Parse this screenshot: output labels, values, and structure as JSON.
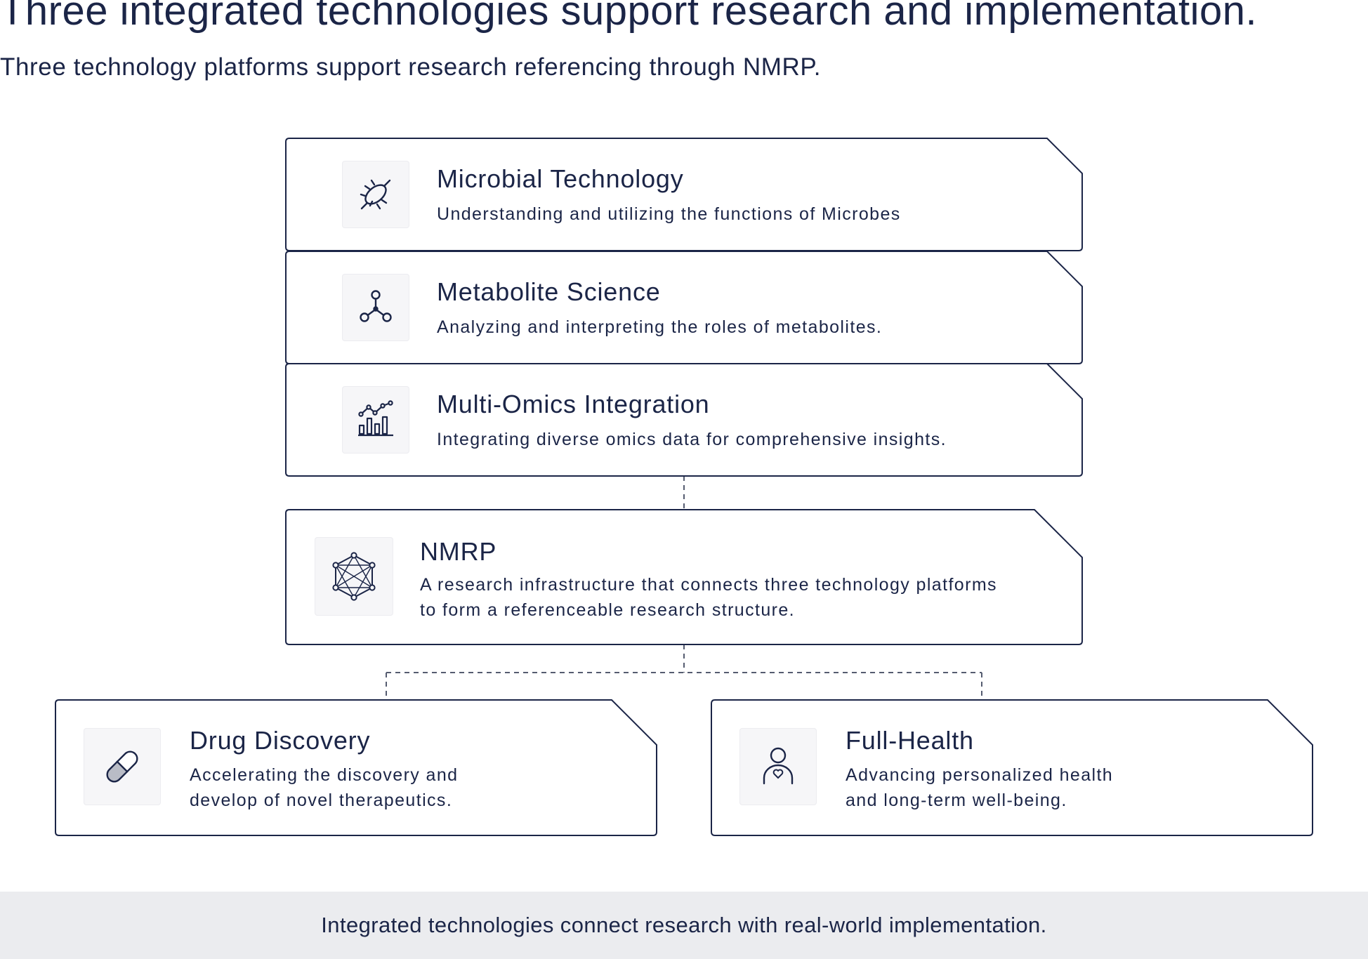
{
  "header": {
    "title": "Three integrated technologies support research and implementation.",
    "subtitle": "Three technology platforms support research referencing through NMRP."
  },
  "platforms": [
    {
      "title": "Microbial Technology",
      "description": "Understanding and utilizing the functions of Microbes",
      "icon": "microbe-icon"
    },
    {
      "title": "Metabolite Science",
      "description": "Analyzing and interpreting the roles of metabolites.",
      "icon": "molecule-icon"
    },
    {
      "title": "Multi-Omics Integration",
      "description": "Integrating diverse omics data for comprehensive insights.",
      "icon": "chart-analytics-icon"
    }
  ],
  "hub": {
    "title": "NMRP",
    "description_lines": [
      "A research infrastructure that connects three technology platforms",
      "to form a referenceable research structure."
    ],
    "icon": "network-icon"
  },
  "outcomes": [
    {
      "title": "Drug Discovery",
      "description_lines": [
        "Accelerating the discovery and",
        "develop of novel therapeutics."
      ],
      "icon": "pill-icon"
    },
    {
      "title": "Full-Health",
      "description_lines": [
        "Advancing personalized health",
        "and long-term well-being."
      ],
      "icon": "person-heart-icon"
    }
  ],
  "footer": {
    "text": "Integrated technologies connect research with real-world implementation."
  },
  "colors": {
    "text": "#1b2547",
    "border": "#1b2547",
    "icon_background": "#f6f6f8",
    "footer_background": "#ebecef",
    "connector": "#555c70"
  }
}
